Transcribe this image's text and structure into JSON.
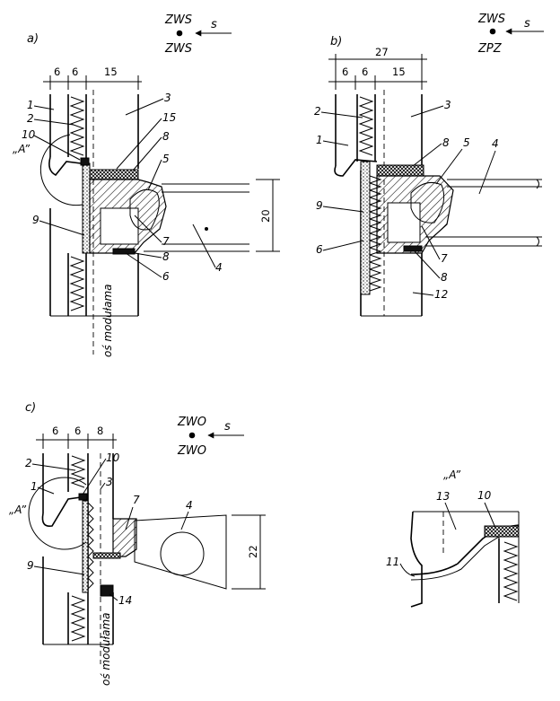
{
  "views": {
    "a": {
      "letter": "a)",
      "wall_top": "ZWS",
      "wall_bottom": "ZWS",
      "direction": "s",
      "detail_mark": "„A”",
      "axis_label": "oś modułama",
      "dims": [
        "6",
        "6",
        "15"
      ],
      "height_dim": "20",
      "callouts": [
        "1",
        "2",
        "10",
        "9",
        "3",
        "15",
        "8",
        "5",
        "4",
        "7",
        "8",
        "6"
      ]
    },
    "b": {
      "letter": "b)",
      "wall_top": "ZWS",
      "wall_bottom": "ZPZ",
      "direction": "s",
      "total_dim": "27",
      "dims": [
        "6",
        "6",
        "15"
      ],
      "callouts": [
        "2",
        "1",
        "9",
        "6",
        "3",
        "8",
        "5",
        "4",
        "7",
        "8",
        "12"
      ]
    },
    "c": {
      "letter": "c)",
      "wall_top": "ZWO",
      "wall_bottom": "ZWO",
      "direction": "s",
      "detail_mark": "„A”",
      "axis_label": "oś modułama",
      "dims": [
        "6",
        "6",
        "8"
      ],
      "height_dim": "22",
      "callouts": [
        "2",
        "1",
        "10",
        "3",
        "7",
        "4",
        "9",
        "14"
      ]
    },
    "detail": {
      "title": "„A”",
      "callouts": [
        "13",
        "10",
        "11"
      ]
    }
  }
}
